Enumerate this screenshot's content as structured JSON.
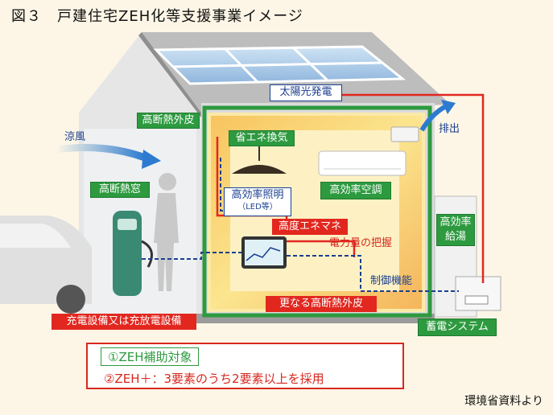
{
  "title": "図３　戸建住宅ZEH化等支援事業イメージ",
  "labels": {
    "solar": "太陽光発電",
    "insulation_outer": "高断熱外皮",
    "cool_wind": "涼風",
    "insulated_window": "高断熱窓",
    "energy_saving_ventilation": "省エネ換気",
    "exhaust": "排出",
    "efficient_ac": "高効率空調",
    "efficient_lighting": "高効率照明",
    "led": "（LED等）",
    "advanced_ems": "高度エネマネ",
    "power_monitoring": "電力量の把握",
    "control": "制御機能",
    "efficient_water_heater": "高効率\n給湯",
    "further_insulation": "更なる高断熱外皮",
    "charging_equipment": "充電設備又は充放電設備",
    "storage": "蓄電システム"
  },
  "legend": {
    "item1": "①ZEH補助対象",
    "item2": "②ZEH＋：3要素のうち2要素以上を採用"
  },
  "source": "環境省資料より",
  "colors": {
    "green": "#2d9a3f",
    "red": "#e2271f",
    "navy": "#1a3f8f",
    "background": "#fdf6e6"
  }
}
